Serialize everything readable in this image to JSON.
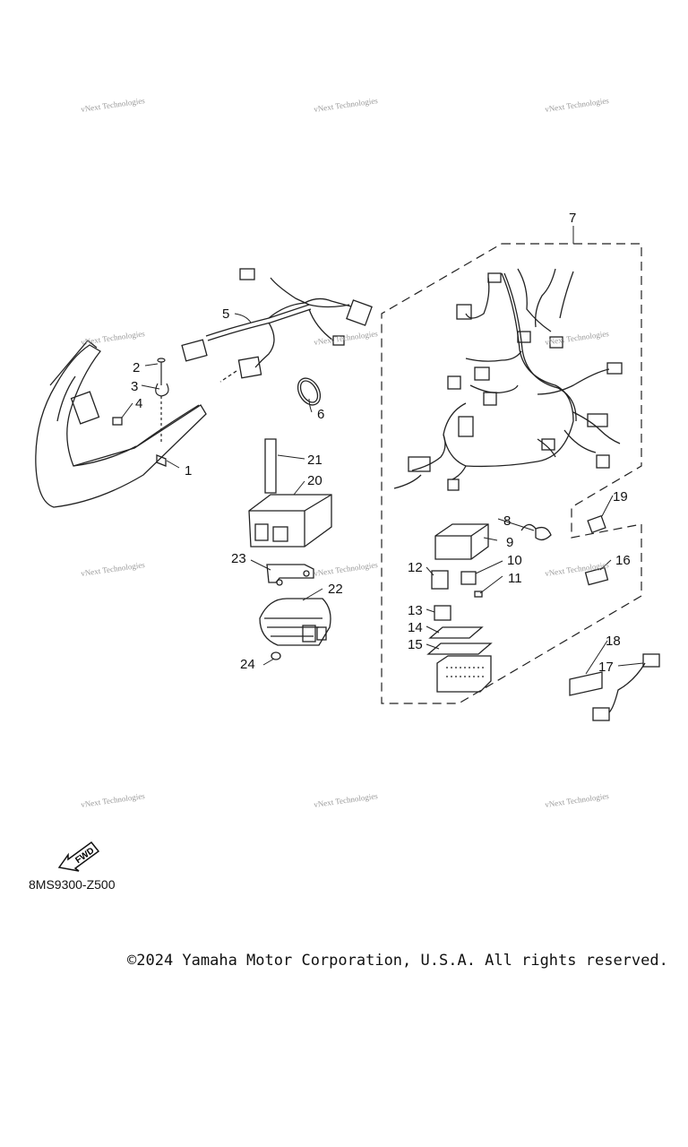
{
  "diagram": {
    "callouts": [
      "1",
      "2",
      "3",
      "4",
      "5",
      "6",
      "7",
      "8",
      "9",
      "10",
      "11",
      "12",
      "13",
      "14",
      "15",
      "16",
      "17",
      "18",
      "19",
      "20",
      "21",
      "22",
      "23",
      "24"
    ],
    "watermark_text": "vNext Technologies",
    "fwd_label": "FWD",
    "drawing_code": "8MS9300-Z500",
    "copyright": "©2024 Yamaha Motor Corporation, U.S.A. All rights reserved."
  }
}
